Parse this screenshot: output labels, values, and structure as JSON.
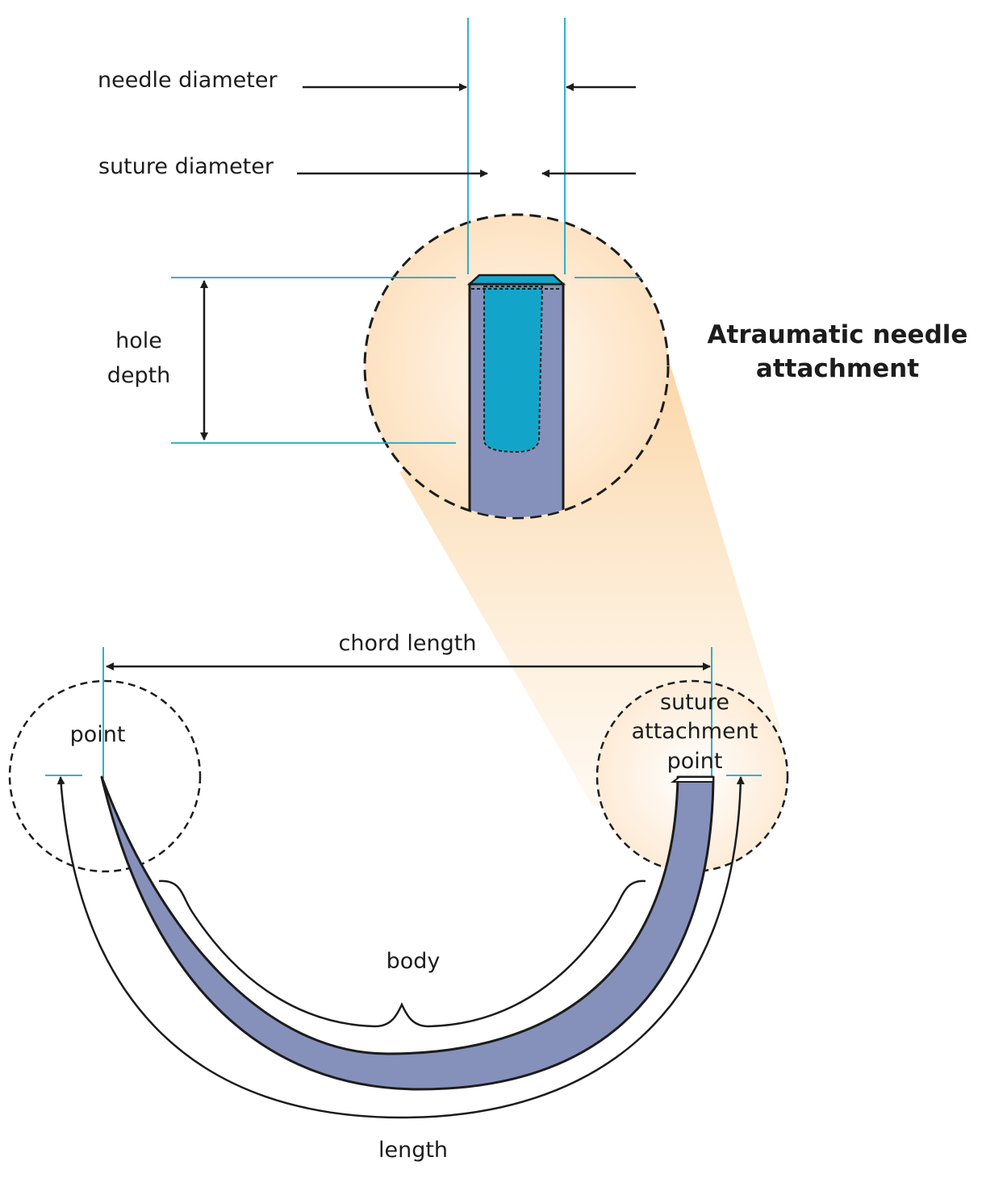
{
  "title": {
    "line1": "Atraumatic needle",
    "line2": "attachment"
  },
  "labels": {
    "needle_diameter": "needle diameter",
    "suture_diameter": "suture diameter",
    "hole_line1": "hole",
    "hole_line2": "depth",
    "chord_length": "chord length",
    "point": "point",
    "suture_line1": "suture",
    "suture_line2": "attachment",
    "suture_line3": "point",
    "body": "body",
    "length": "length"
  },
  "colors": {
    "needle_fill": "#8591bb",
    "suture_fill": "#13a5c9",
    "guide_line": "#1aa7c9",
    "magnifier_glow": "#fbd7a6",
    "outline": "#1c1c1c"
  }
}
